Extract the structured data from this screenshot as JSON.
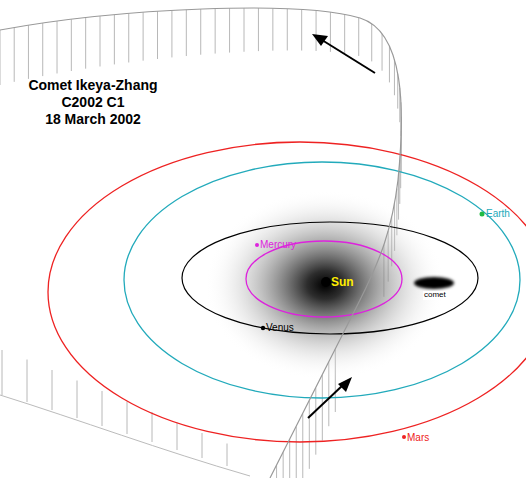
{
  "diagram": {
    "labels": [
      "Comet Ikeya-Zhang",
      "C2002 C1",
      "18 March 2002",
      "Mercury",
      "Sun",
      "comet",
      "Earth",
      "Venus",
      "Mars"
    ]
  }
}
